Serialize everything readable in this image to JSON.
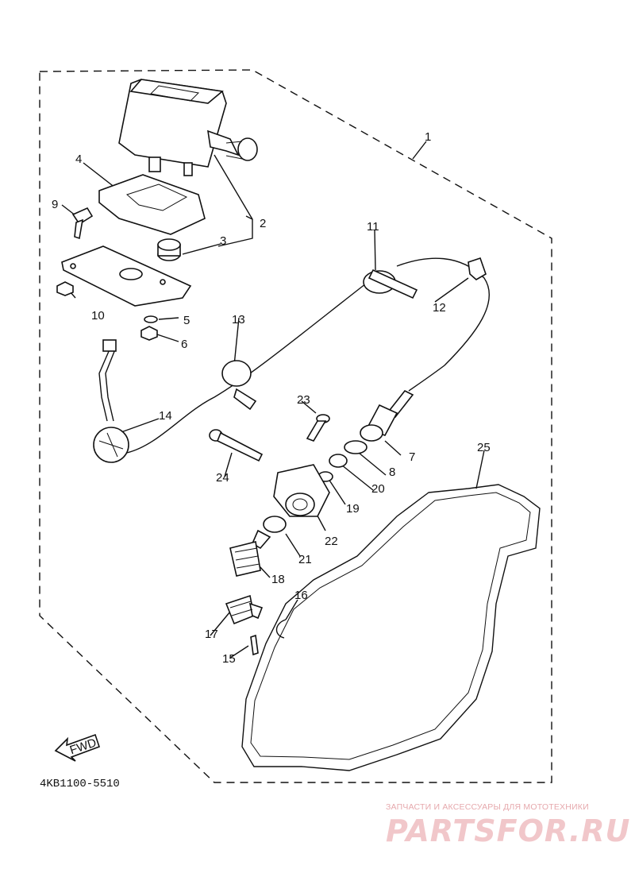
{
  "callouts": [
    {
      "id": "1",
      "text": "1"
    },
    {
      "id": "2",
      "text": "2"
    },
    {
      "id": "3",
      "text": "3"
    },
    {
      "id": "4",
      "text": "4"
    },
    {
      "id": "5",
      "text": "5"
    },
    {
      "id": "6",
      "text": "6"
    },
    {
      "id": "7",
      "text": "7"
    },
    {
      "id": "8",
      "text": "8"
    },
    {
      "id": "9",
      "text": "9"
    },
    {
      "id": "10",
      "text": "10"
    },
    {
      "id": "11",
      "text": "11"
    },
    {
      "id": "12",
      "text": "12"
    },
    {
      "id": "13",
      "text": "13"
    },
    {
      "id": "14",
      "text": "14"
    },
    {
      "id": "15",
      "text": "15"
    },
    {
      "id": "16",
      "text": "16"
    },
    {
      "id": "17",
      "text": "17"
    },
    {
      "id": "18",
      "text": "18"
    },
    {
      "id": "19",
      "text": "19"
    },
    {
      "id": "20",
      "text": "20"
    },
    {
      "id": "21",
      "text": "21"
    },
    {
      "id": "22",
      "text": "22"
    },
    {
      "id": "23",
      "text": "23"
    },
    {
      "id": "24",
      "text": "24"
    },
    {
      "id": "25",
      "text": "25"
    }
  ],
  "fwd_label": "FWD",
  "diagram_code": "4KB1100-5510",
  "watermark": {
    "tagline": "ЗАПЧАСТИ И АКСЕССУАРЫ ДЛЯ МОТОТЕХНИКИ",
    "brand": "PARTSFOR.RU"
  }
}
